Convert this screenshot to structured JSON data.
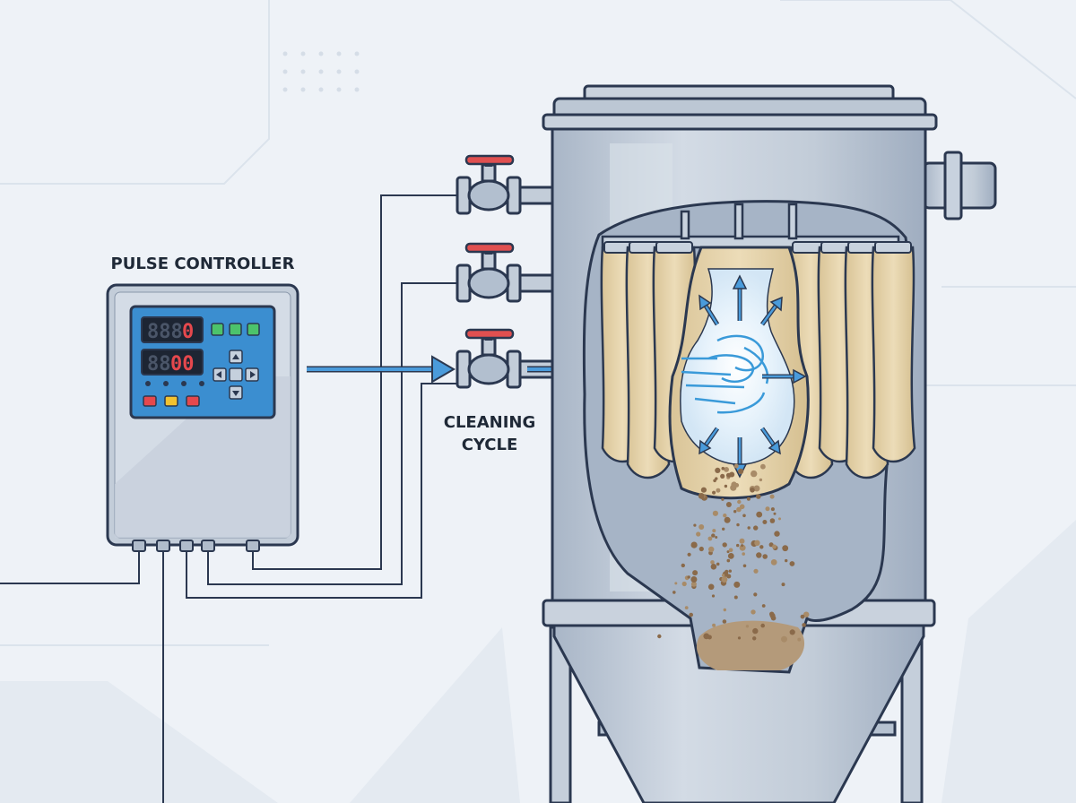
{
  "labels": {
    "pulse_controller": "PULSE CONTROLLER",
    "cleaning_cycle_line1": "CLEANING",
    "cleaning_cycle_line2": "CYCLE"
  },
  "controller": {
    "display_top": "888",
    "display_top_active": "0",
    "display_bottom": "88",
    "display_bottom_active": "00"
  },
  "colors": {
    "background": "#eef2f7",
    "outline": "#2b3850",
    "steel": "#b9c5d4",
    "panel_screen": "#3b8ed0",
    "bag": "#e3cfa6",
    "dust": "#8a6a4a",
    "air": "#3a9ad9",
    "valve_handle": "#e05050"
  },
  "icons": [
    "solenoid-valve-icon",
    "air-burst-icon",
    "arrow-right-icon"
  ]
}
